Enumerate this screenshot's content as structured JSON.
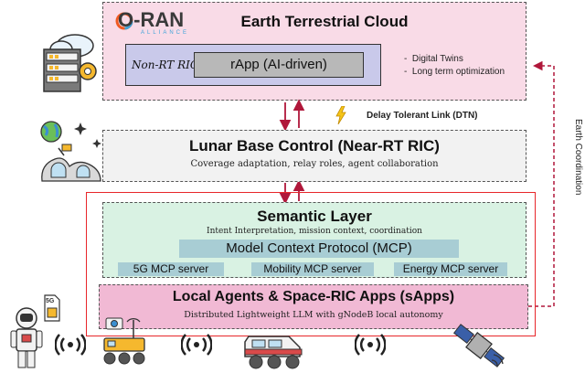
{
  "cloud": {
    "logo_main": "O-RAN",
    "logo_sub": "ALLIANCE",
    "title": "Earth Terrestrial Cloud",
    "nonrt_label": "Non-RT RIC",
    "rapp_label": "rApp (AI-driven)",
    "bullets": [
      "Digital Twins",
      "Long term optimization"
    ]
  },
  "link_label": "Delay Tolerant Link (DTN)",
  "earth_coordination": "Earth Coordination",
  "lunar": {
    "title": "Lunar Base Control (Near-RT RIC)",
    "subtitle": "Coverage adaptation, relay roles, agent collaboration"
  },
  "semantic": {
    "title": "Semantic Layer",
    "subtitle": "Intent Interpretation, mission context, coordination",
    "mcp": "Model Context Protocol (MCP)",
    "servers": [
      "5G MCP server",
      "Mobility MCP server",
      "Energy MCP server"
    ]
  },
  "local": {
    "title": "Local Agents & Space-RIC Apps (sApps)",
    "subtitle": "Distributed Lightweight LLM with gNodeB local autonomy"
  },
  "sim_label": "5G",
  "colors": {
    "cloud_fill": "#f9dbe7",
    "nonrt_fill": "#c9c9ea",
    "rapp_fill": "#b8b8b8",
    "lunar_fill": "#f2f2f2",
    "semantic_fill": "#d9f2e3",
    "mcp_fill": "#a8cdd4",
    "local_fill": "#f1b9d4",
    "arrow": "#b0173a",
    "outline_red": "#e8262a"
  }
}
